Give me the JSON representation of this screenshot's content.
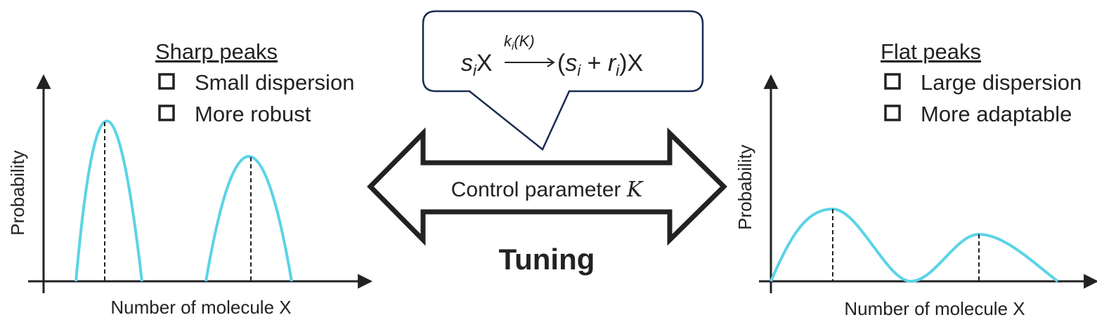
{
  "colors": {
    "curve": "#5bd3e6",
    "ink": "#222222",
    "background": "#ffffff"
  },
  "left_panel": {
    "heading": "Sharp peaks",
    "checklist": [
      "Small dispersion",
      "More robust"
    ],
    "ylabel": "Probability",
    "xlabel": "Number of molecule X"
  },
  "right_panel": {
    "heading": "Flat peaks",
    "checklist": [
      "Large dispersion",
      "More adaptable"
    ],
    "ylabel": "Probability",
    "xlabel": "Number of molecule X"
  },
  "center": {
    "arrow_label_prefix": "Control parameter ",
    "arrow_label_var": "K",
    "tuning_label": "Tuning",
    "reaction": {
      "lhs_s": "s",
      "lhs_sub": "i",
      "lhs_species": "X",
      "rate_k": "k",
      "rate_sub": "i",
      "rate_arg": "(K)",
      "rhs_open": "(",
      "rhs_s": "s",
      "rhs_s_sub": "i",
      "rhs_plus": " + ",
      "rhs_r": "r",
      "rhs_r_sub": "i",
      "rhs_close": ")X"
    }
  }
}
